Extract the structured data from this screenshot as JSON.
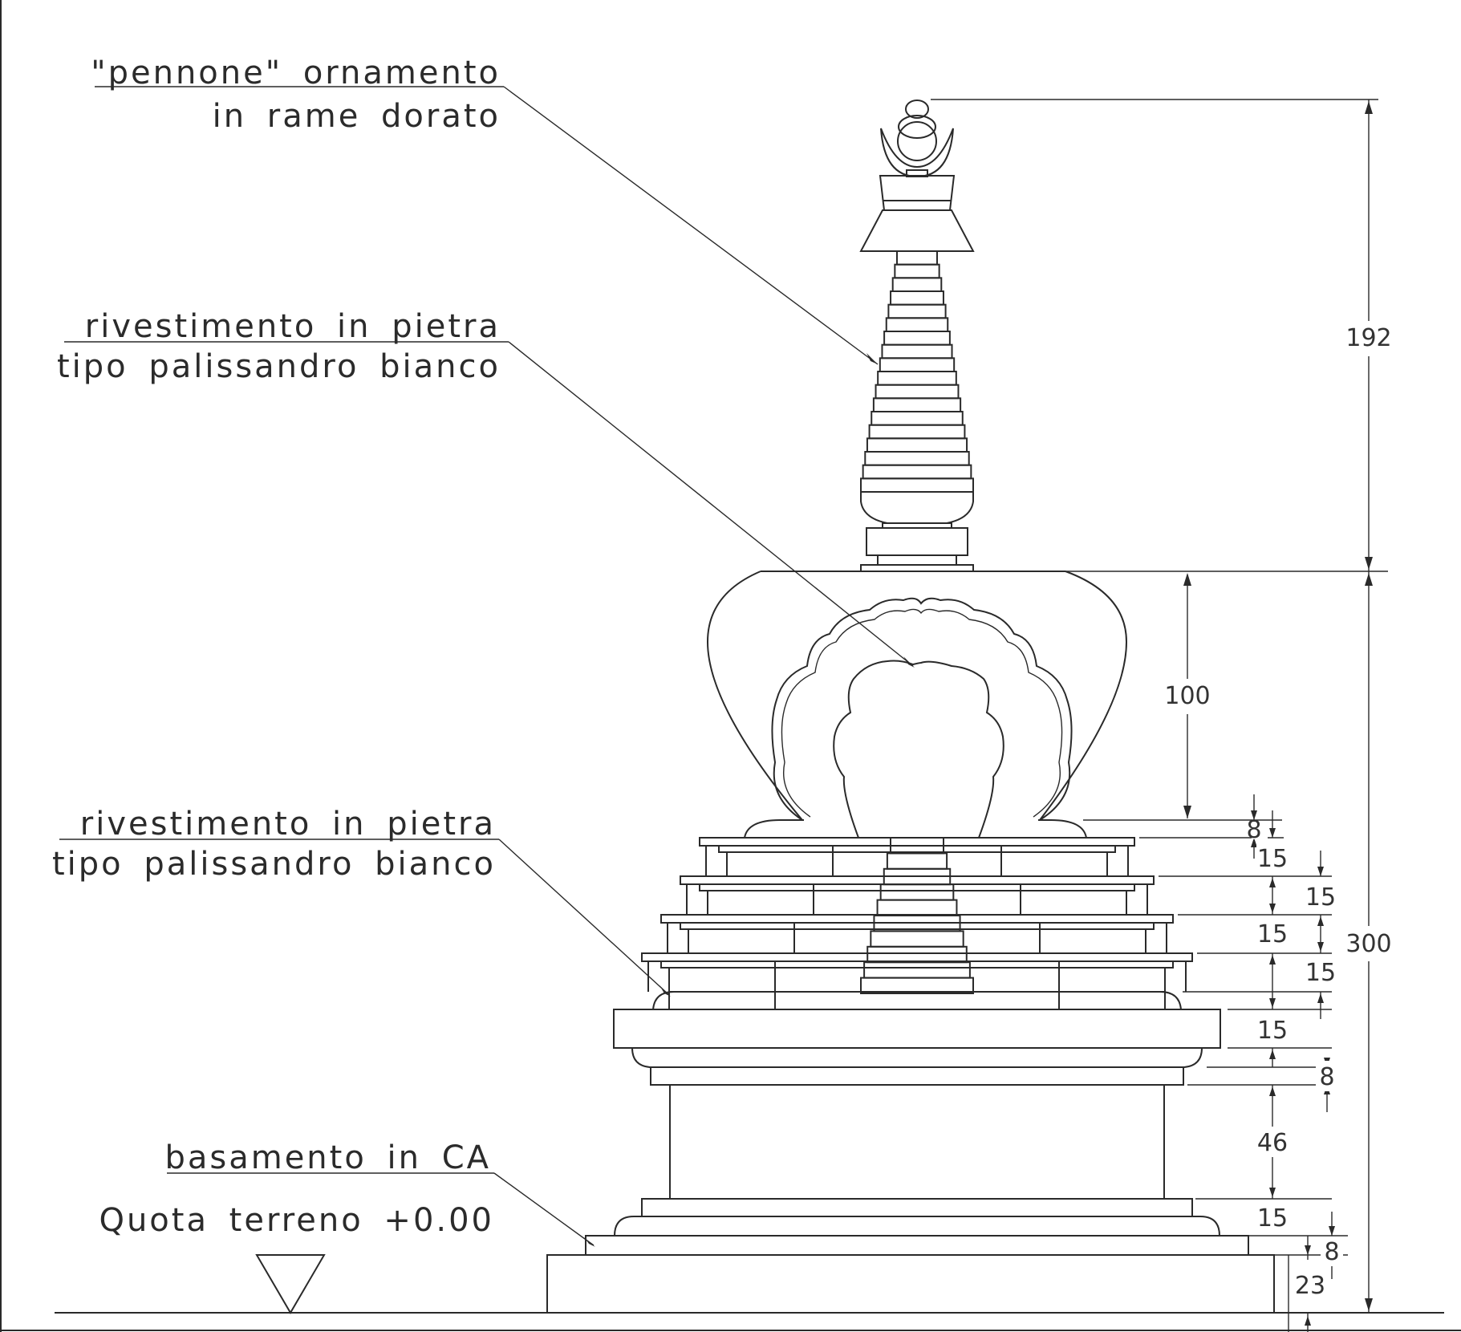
{
  "annotations": {
    "pennone_line1": "\"pennone\" ornamento",
    "pennone_line2": "in rame dorato",
    "riv1_line1": "rivestimento in pietra",
    "riv1_line2": "tipo palissandro bianco",
    "riv2_line1": "rivestimento in pietra",
    "riv2_line2": "tipo palissandro bianco",
    "basamento": "basamento in CA",
    "quota": "Quota terreno +0.00"
  },
  "dimensions": {
    "total_upper": "192",
    "total_lower": "300",
    "dome": "100",
    "d8_top": "8",
    "d15_a": "15",
    "d15_b": "15",
    "d15_c": "15",
    "d15_d": "15",
    "d15_e": "15",
    "d8_mid": "8",
    "d46": "46",
    "d15_base": "15",
    "d8_base": "8",
    "d23": "23"
  }
}
